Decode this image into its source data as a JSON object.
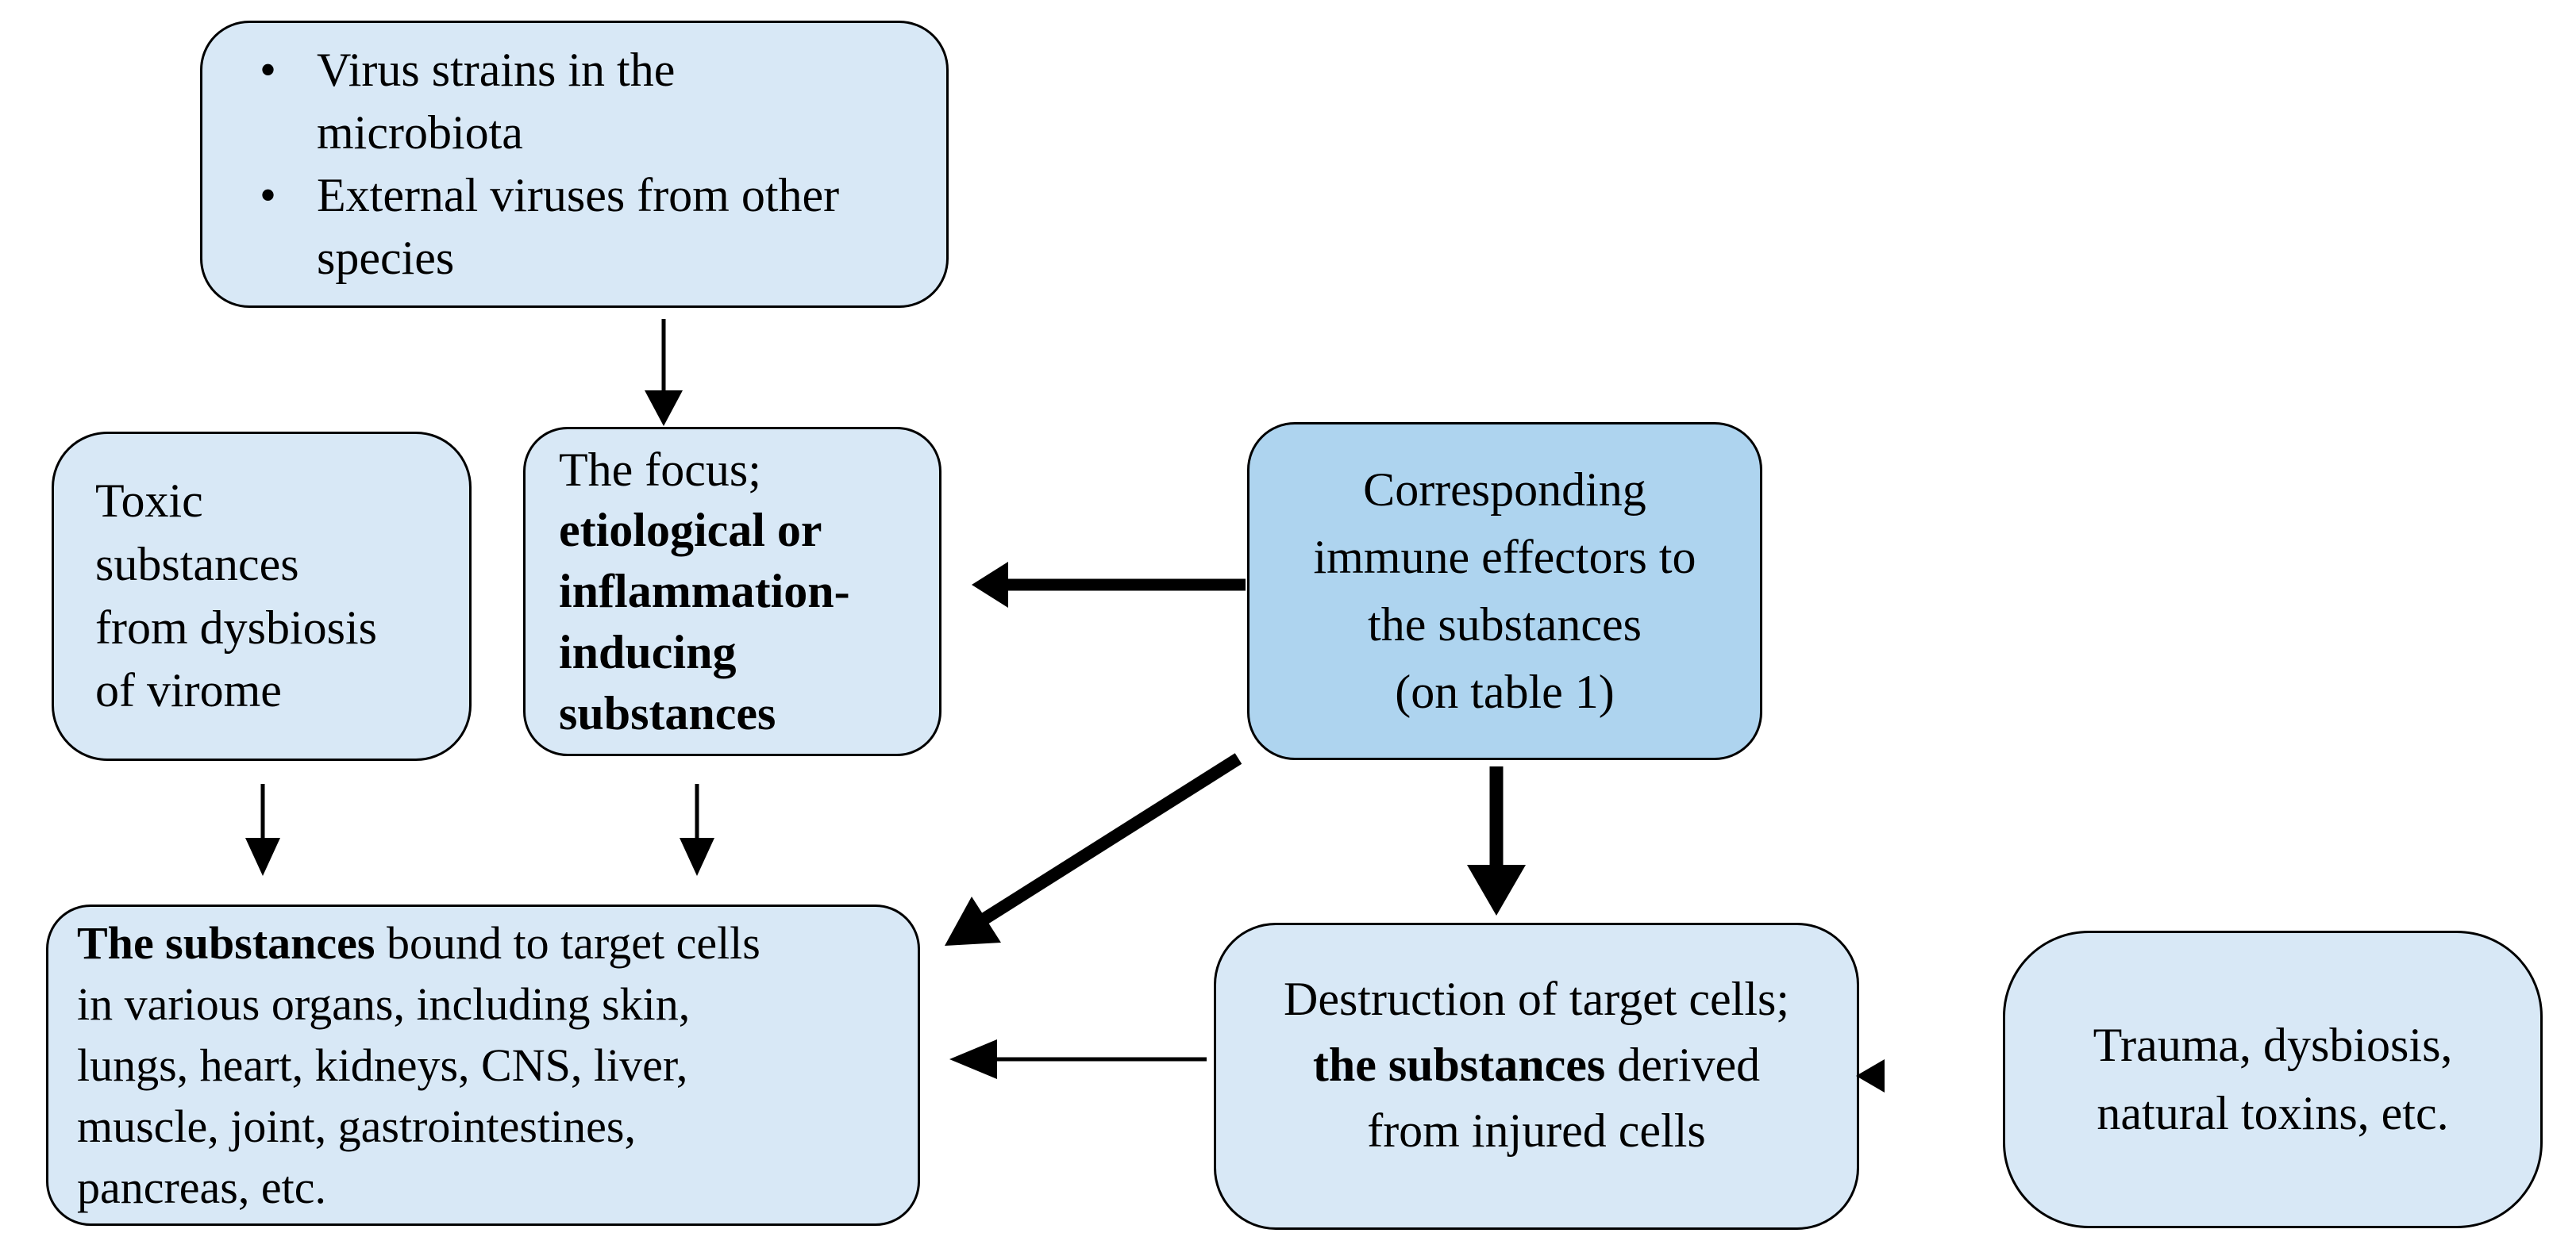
{
  "diagram": {
    "background": "#ffffff",
    "colors": {
      "box_fill_light": "#d8e8f6",
      "box_fill_medium": "#aed4ef",
      "box_border": "#000000",
      "arrow": "#000000",
      "text": "#000000"
    },
    "boxes": {
      "virus_sources": {
        "bullet": "•",
        "items": [
          {
            "text": "Virus strains in the\nmicrobiota"
          },
          {
            "text": "External viruses from other\nspecies"
          }
        ]
      },
      "toxic_substances": {
        "segments": [
          {
            "text": "Toxic\nsubstances\nfrom dysbiosis\nof virome",
            "bold": false
          }
        ]
      },
      "focus_substances": {
        "segments": [
          {
            "text": "The focus;\n",
            "bold": false
          },
          {
            "text": "etiological or\ninflammation-\ninducing\nsubstances",
            "bold": true
          }
        ]
      },
      "immune_effectors": {
        "segments": [
          {
            "text": "Corresponding\nimmune effectors to\nthe substances\n(on table 1)",
            "bold": false
          }
        ]
      },
      "substances_bound": {
        "segments": [
          {
            "text": "The substances",
            "bold": true
          },
          {
            "text": " bound to target cells\nin various organs, including skin,\nlungs, heart, kidneys, CNS, liver,\nmuscle, joint, gastrointestines,\npancreas, etc.",
            "bold": false
          }
        ]
      },
      "cell_destruction": {
        "segments": [
          {
            "text": "Destruction of target cells;\n",
            "bold": false
          },
          {
            "text": "the substances",
            "bold": true
          },
          {
            "text": " derived\nfrom injured cells",
            "bold": false
          }
        ]
      },
      "trauma": {
        "segments": [
          {
            "text": "Trauma, dysbiosis,\nnatural toxins, etc.",
            "bold": false
          }
        ]
      }
    },
    "arrows": [
      {
        "from": "virus-sources",
        "to": "focus-substances",
        "style": "thin",
        "direction": "down"
      },
      {
        "from": "immune-effectors",
        "to": "focus-substances",
        "style": "thick",
        "direction": "left"
      },
      {
        "from": "toxic-substances",
        "to": "substances-bound",
        "style": "thin",
        "direction": "down"
      },
      {
        "from": "focus-substances",
        "to": "substances-bound",
        "style": "thin",
        "direction": "down"
      },
      {
        "from": "immune-effectors",
        "to": "substances-bound",
        "style": "thick",
        "direction": "down-left"
      },
      {
        "from": "immune-effectors",
        "to": "cell-destruction",
        "style": "thick",
        "direction": "down"
      },
      {
        "from": "cell-destruction",
        "to": "substances-bound",
        "style": "thin",
        "direction": "left"
      },
      {
        "from": "trauma",
        "to": "cell-destruction",
        "style": "thin-head-only",
        "direction": "left"
      }
    ]
  }
}
